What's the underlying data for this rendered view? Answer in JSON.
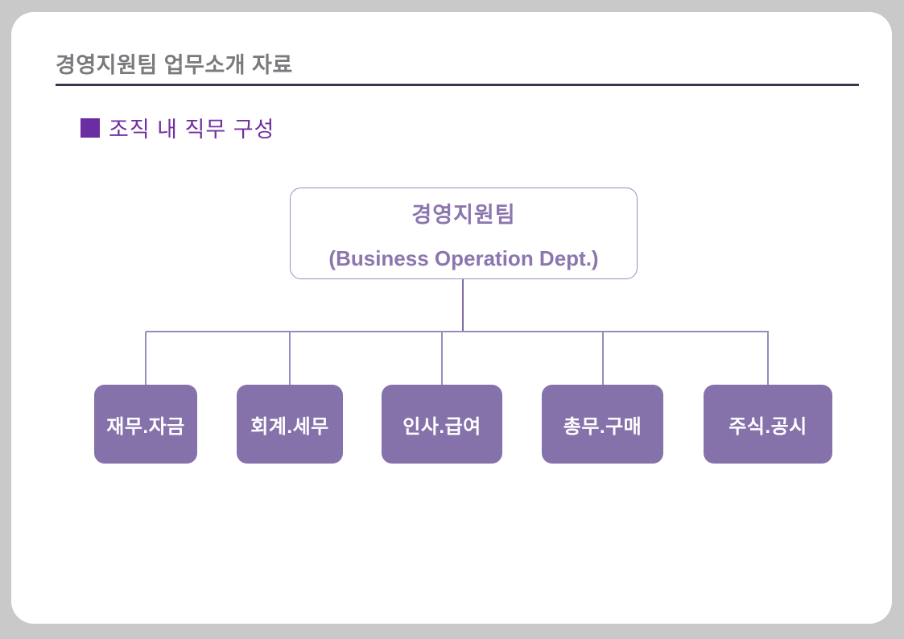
{
  "slide": {
    "title": "경영지원팀 업무소개 자료",
    "section": {
      "bullet_glyph": "■",
      "heading": "조직 내 직무 구성"
    }
  },
  "org_chart": {
    "root": {
      "name_ko": "경영지원팀",
      "name_en": "(Business Operation Dept.)"
    },
    "children": [
      {
        "label": "재무.자금"
      },
      {
        "label": "회계.세무"
      },
      {
        "label": "인사.급여"
      },
      {
        "label": "총무.구매"
      },
      {
        "label": "주식.공시"
      }
    ]
  },
  "colors": {
    "background": "#c9c9c9",
    "panel": "#ffffff",
    "title_text": "#7c787e",
    "title_underline": "#3b3450",
    "bullet": "#6a2da2",
    "heading_text": "#7030a0",
    "root_box_border": "#9c8cbe",
    "root_box_text": "#8b76af",
    "connector": "#9a8ac0",
    "stem": "#7f6ba1",
    "child_box_fill": "#8672ab",
    "child_box_text": "#ffffff"
  }
}
